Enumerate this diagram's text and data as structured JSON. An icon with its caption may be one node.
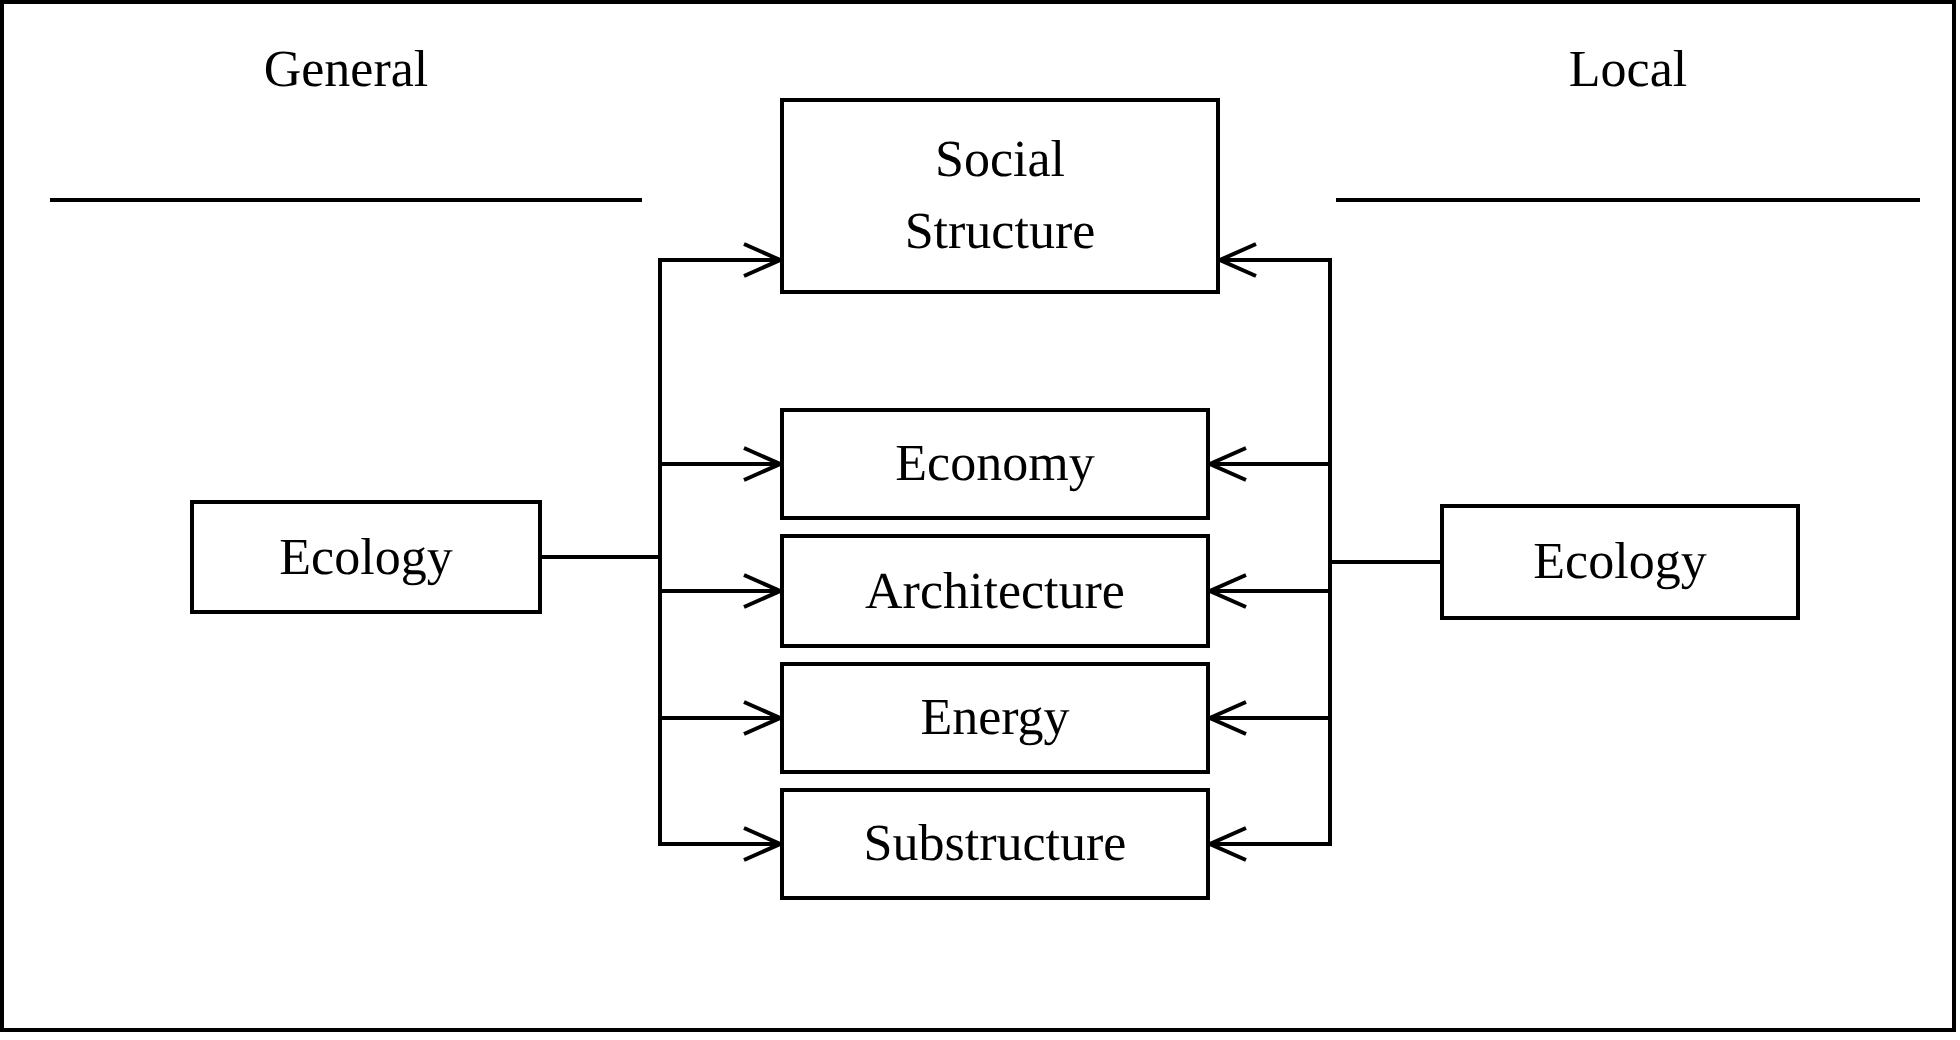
{
  "diagram": {
    "nodes": [
      {
        "text": [
          "Ecology"
        ]
      },
      {
        "text": [
          "Social Structure"
        ]
      },
      {
        "text": [
          "Economy"
        ]
      },
      {
        "text": [
          "Architecture"
        ]
      },
      {
        "text": [
          "Energy"
        ]
      },
      {
        "text": [
          "Substructure"
        ]
      },
      {
        "text": [
          "Ecology"
        ]
      }
    ],
    "edges": [
      {
        "from": 0,
        "to": 1,
        "arrow": "to"
      },
      {
        "from": 0,
        "to": 2,
        "arrow": "to"
      },
      {
        "from": 0,
        "to": 3,
        "arrow": "to"
      },
      {
        "from": 0,
        "to": 4,
        "arrow": "to"
      },
      {
        "from": 0,
        "to": 5,
        "arrow": "to"
      },
      {
        "from": 6,
        "to": 1,
        "arrow": "to"
      },
      {
        "from": 6,
        "to": 2,
        "arrow": "to"
      },
      {
        "from": 6,
        "to": 3,
        "arrow": "to"
      },
      {
        "from": 6,
        "to": 4,
        "arrow": "to"
      },
      {
        "from": 6,
        "to": 5,
        "arrow": "to"
      }
    ],
    "labels": [
      "General",
      "Local"
    ]
  }
}
